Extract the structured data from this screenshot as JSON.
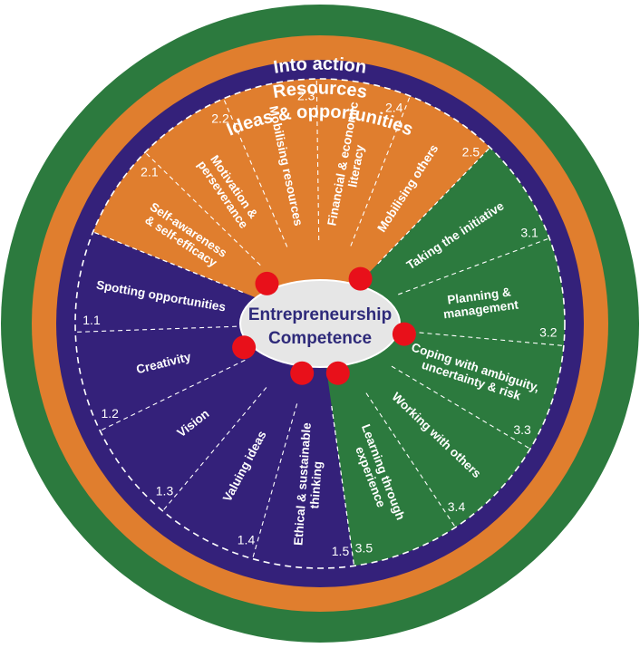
{
  "rings": {
    "outer_title": "Into action",
    "middle_title": "Resources",
    "inner_title": "Ideas & opportunities"
  },
  "center": {
    "line1": "Entrepreneurship",
    "line2": "Competence"
  },
  "areas": [
    {
      "name": "Ideas & opportunities",
      "color": "#34217a",
      "competences": [
        {
          "number": "1.1",
          "label": [
            "Spotting opportunities"
          ]
        },
        {
          "number": "1.2",
          "label": [
            "Creativity"
          ]
        },
        {
          "number": "1.3",
          "label": [
            "Vision"
          ]
        },
        {
          "number": "1.4",
          "label": [
            "Valuing ideas"
          ]
        },
        {
          "number": "1.5",
          "label": [
            "Ethical & sustainable",
            "thinking"
          ]
        }
      ]
    },
    {
      "name": "Resources",
      "color": "#e07e2e",
      "competences": [
        {
          "number": "2.1",
          "label": [
            "Self-awareness",
            "& self-efficacy"
          ]
        },
        {
          "number": "2.2",
          "label": [
            "Motivation &",
            "perseverance"
          ]
        },
        {
          "number": "2.3",
          "label": [
            "Mobilising resources"
          ]
        },
        {
          "number": "2.4",
          "label": [
            "Financial & economic",
            "literacy"
          ]
        },
        {
          "number": "2.5",
          "label": [
            "Mobilising others"
          ]
        }
      ]
    },
    {
      "name": "Into action",
      "color": "#2c7a3e",
      "competences": [
        {
          "number": "3.1",
          "label": [
            "Taking the initiative"
          ]
        },
        {
          "number": "3.2",
          "label": [
            "Planning &",
            "management"
          ]
        },
        {
          "number": "3.3",
          "label": [
            "Coping with ambiguity,",
            "uncertainty & risk"
          ]
        },
        {
          "number": "3.4",
          "label": [
            "Working with others"
          ]
        },
        {
          "number": "3.5",
          "label": [
            "Learning through",
            "experience"
          ]
        }
      ]
    }
  ],
  "colors": {
    "outer_ring": "#2c7a3e",
    "middle_ring": "#e07e2e",
    "inner_ring": "#34217a",
    "center_fill": "#e6e6e6",
    "center_text": "#2e2a7a",
    "dot": "#e8101a",
    "divider": "#ffffff"
  }
}
